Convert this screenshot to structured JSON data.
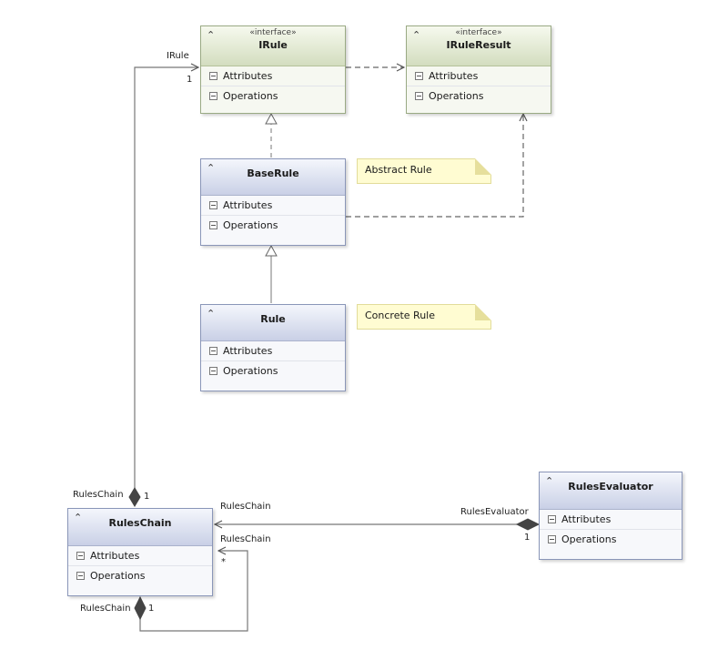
{
  "classes": {
    "irule": {
      "stereotype": "«interface»",
      "name": "IRule",
      "attributes": "Attributes",
      "operations": "Operations"
    },
    "iruleresult": {
      "stereotype": "«interface»",
      "name": "IRuleResult",
      "attributes": "Attributes",
      "operations": "Operations"
    },
    "baserule": {
      "name": "BaseRule",
      "attributes": "Attributes",
      "operations": "Operations"
    },
    "rule": {
      "name": "Rule",
      "attributes": "Attributes",
      "operations": "Operations"
    },
    "ruleschain": {
      "name": "RulesChain",
      "attributes": "Attributes",
      "operations": "Operations"
    },
    "rulesevaluator": {
      "name": "RulesEvaluator",
      "attributes": "Attributes",
      "operations": "Operations"
    }
  },
  "notes": {
    "abstract": "Abstract Rule",
    "concrete": "Concrete Rule"
  },
  "labels": {
    "irule_role": "IRule",
    "irule_mult": "1",
    "chain_top_role": "RulesChain",
    "chain_top_mult": "1",
    "eval_link_role": "RulesChain",
    "eval_role": "RulesEvaluator",
    "eval_mult": "1",
    "self_role": "RulesChain",
    "self_mult": "*",
    "self_bottom_role": "RulesChain",
    "self_bottom_mult": "1"
  },
  "icons": {
    "collapse": "double-chevron-up-icon",
    "compartment_toggle": "expand-box-icon"
  },
  "colors": {
    "class_header": "#c9d0e6",
    "interface_header": "#d3ddbf",
    "note_fill": "#fffcd2",
    "connector": "#666666"
  }
}
